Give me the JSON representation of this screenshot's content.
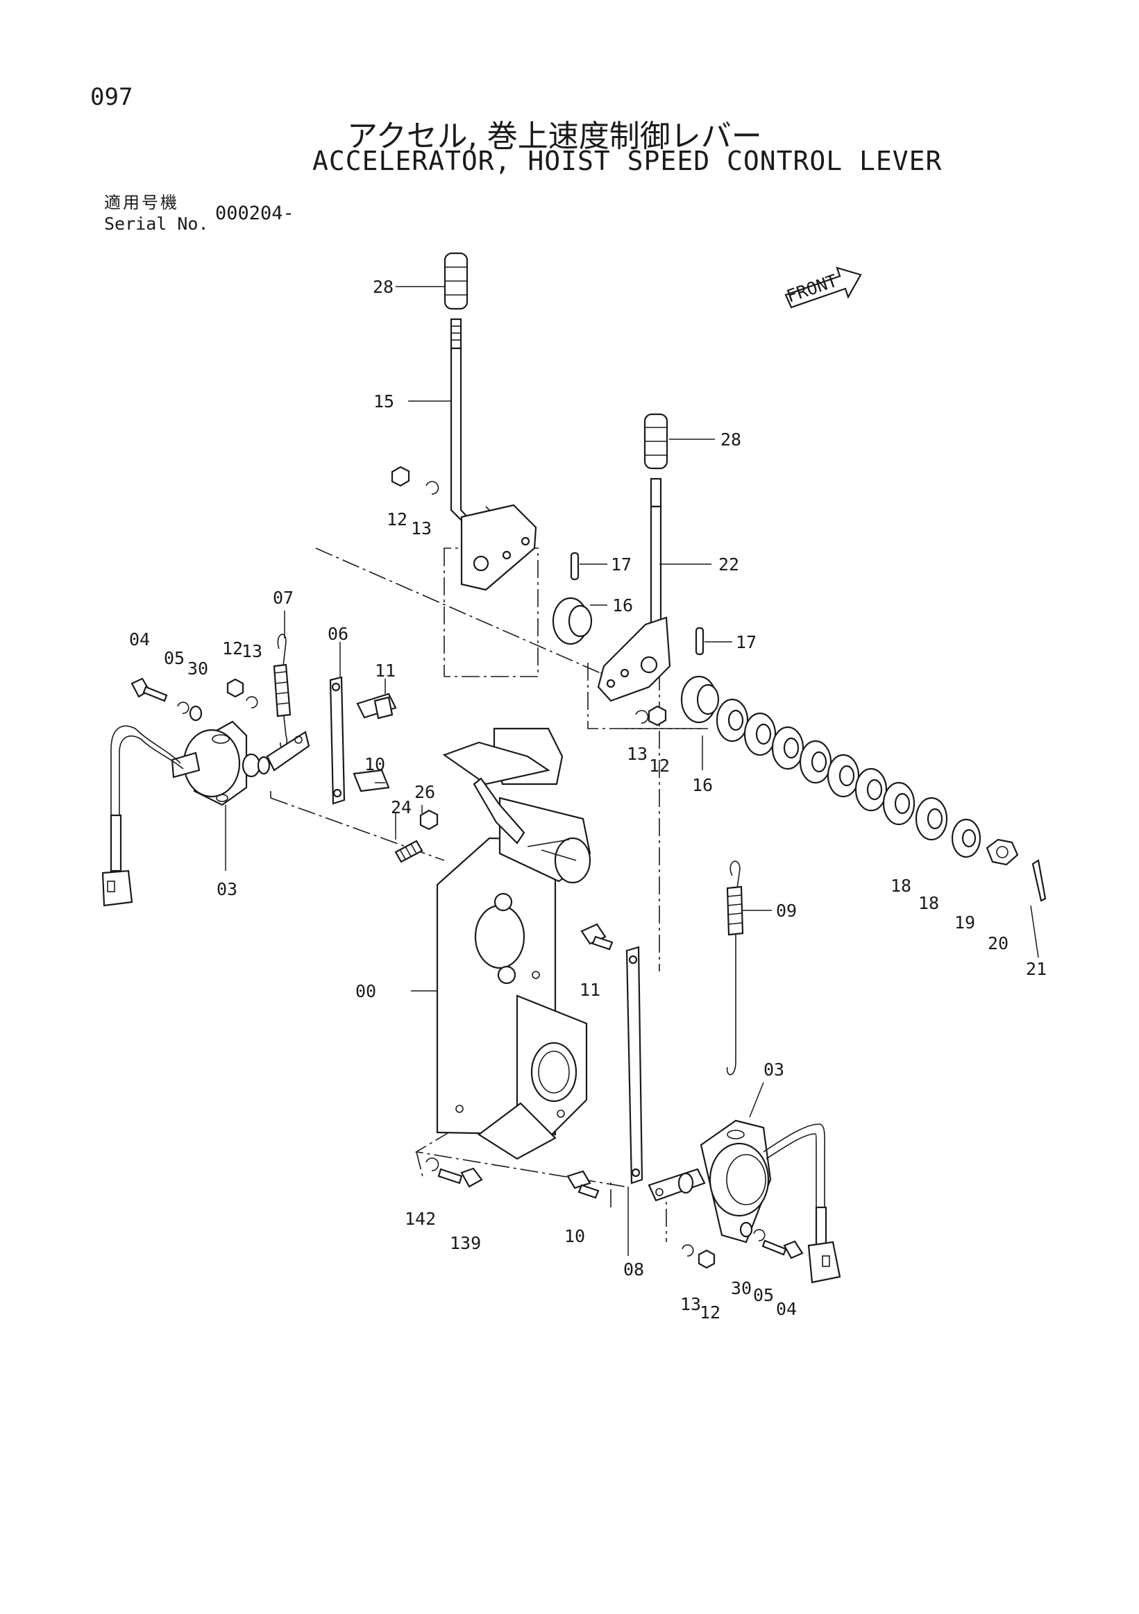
{
  "page": {
    "number": "097",
    "title_ja": "アクセル, 巻上速度制御レバー",
    "title_en": "ACCELERATOR, HOIST SPEED CONTROL LEVER",
    "serial_label_ja": "適用号機",
    "serial_label_en": "Serial No.",
    "serial_value": "000204-"
  },
  "diagram": {
    "front_label": "FRONT",
    "callouts": [
      {
        "id": "c-28a",
        "text": "28"
      },
      {
        "id": "c-15",
        "text": "15"
      },
      {
        "id": "c-28b",
        "text": "28"
      },
      {
        "id": "c-12a",
        "text": "12"
      },
      {
        "id": "c-13a",
        "text": "13"
      },
      {
        "id": "c-17a",
        "text": "17"
      },
      {
        "id": "c-22",
        "text": "22"
      },
      {
        "id": "c-16a",
        "text": "16"
      },
      {
        "id": "c-17b",
        "text": "17"
      },
      {
        "id": "c-13b",
        "text": "13"
      },
      {
        "id": "c-12b",
        "text": "12"
      },
      {
        "id": "c-16b",
        "text": "16"
      },
      {
        "id": "c-07",
        "text": "07"
      },
      {
        "id": "c-04a",
        "text": "04"
      },
      {
        "id": "c-05a",
        "text": "05"
      },
      {
        "id": "c-30a",
        "text": "30"
      },
      {
        "id": "c-12c",
        "text": "12"
      },
      {
        "id": "c-13c",
        "text": "13"
      },
      {
        "id": "c-06",
        "text": "06"
      },
      {
        "id": "c-11a",
        "text": "11"
      },
      {
        "id": "c-10a",
        "text": "10"
      },
      {
        "id": "c-26",
        "text": "26"
      },
      {
        "id": "c-24",
        "text": "24"
      },
      {
        "id": "c-03a",
        "text": "03"
      },
      {
        "id": "c-18a",
        "text": "18"
      },
      {
        "id": "c-18b",
        "text": "18"
      },
      {
        "id": "c-19",
        "text": "19"
      },
      {
        "id": "c-20",
        "text": "20"
      },
      {
        "id": "c-21",
        "text": "21"
      },
      {
        "id": "c-09",
        "text": "09"
      },
      {
        "id": "c-11b",
        "text": "11"
      },
      {
        "id": "c-00",
        "text": "00"
      },
      {
        "id": "c-03b",
        "text": "03"
      },
      {
        "id": "c-142",
        "text": "142"
      },
      {
        "id": "c-139",
        "text": "139"
      },
      {
        "id": "c-10b",
        "text": "10"
      },
      {
        "id": "c-08",
        "text": "08"
      },
      {
        "id": "c-13d",
        "text": "13"
      },
      {
        "id": "c-12d",
        "text": "12"
      },
      {
        "id": "c-30b",
        "text": "30"
      },
      {
        "id": "c-05b",
        "text": "05"
      },
      {
        "id": "c-04b",
        "text": "04"
      }
    ]
  }
}
